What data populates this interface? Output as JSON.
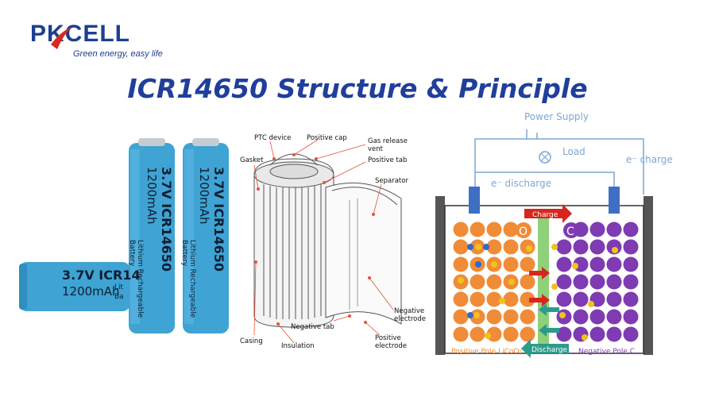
{
  "brand": {
    "name": "PKCELL",
    "tagline": "Green energy, easy life",
    "color": "#1d3f8f",
    "accent": "#d82a20"
  },
  "title": "ICR14650 Structure & Principle",
  "batteries": {
    "back": {
      "line1": "3.7V  ICR14650",
      "line2": "1200mAh",
      "line3": "Lithium Rechargeable",
      "line4": "Battery"
    },
    "front": {
      "line1": "3.7V ICR14650",
      "line2": "1200mAh",
      "line3": "Lithium Rechargeable",
      "line4": "Battery"
    },
    "lying": {
      "line1": "3.7V ICR14",
      "line2": "1200mAh",
      "line3": "Lit",
      "line4": "Ba"
    },
    "color": "#3fa3d3"
  },
  "structure_labels": {
    "ptc": "PTC device",
    "positive_cap": "Positive cap",
    "gas_vent_1": "Gas release",
    "gas_vent_2": "vent",
    "positive_tab": "Positive tab",
    "gasket": "Gasket",
    "separator": "Separator",
    "negative_electrode_1": "Negative",
    "negative_electrode_2": "electrode",
    "negative_tab": "Negative tab",
    "positive_electrode_1": "Positive",
    "positive_electrode_2": "electrode",
    "casing": "Casing",
    "insulation": "Insulation"
  },
  "principle": {
    "power_supply": "Power Supply",
    "load": "Load",
    "e_charge": "e⁻ charge",
    "e_discharge": "e⁻ discharge",
    "charge": "Charge",
    "discharge": "Discharge",
    "letter_o": "O",
    "letter_c": "C",
    "positive_pole": "Positive Pole LiCoO₂",
    "negative_pole": "Negative Pole C",
    "colors": {
      "wire": "#7fa6d4",
      "cathode": "#f08c38",
      "anode": "#7e3bb2",
      "lithium": "#f2c21c",
      "blue_ion": "#3468c8",
      "separator": "#8fd07a",
      "charge_arrow": "#d8261e",
      "discharge_arrow": "#2d9b8c"
    }
  }
}
